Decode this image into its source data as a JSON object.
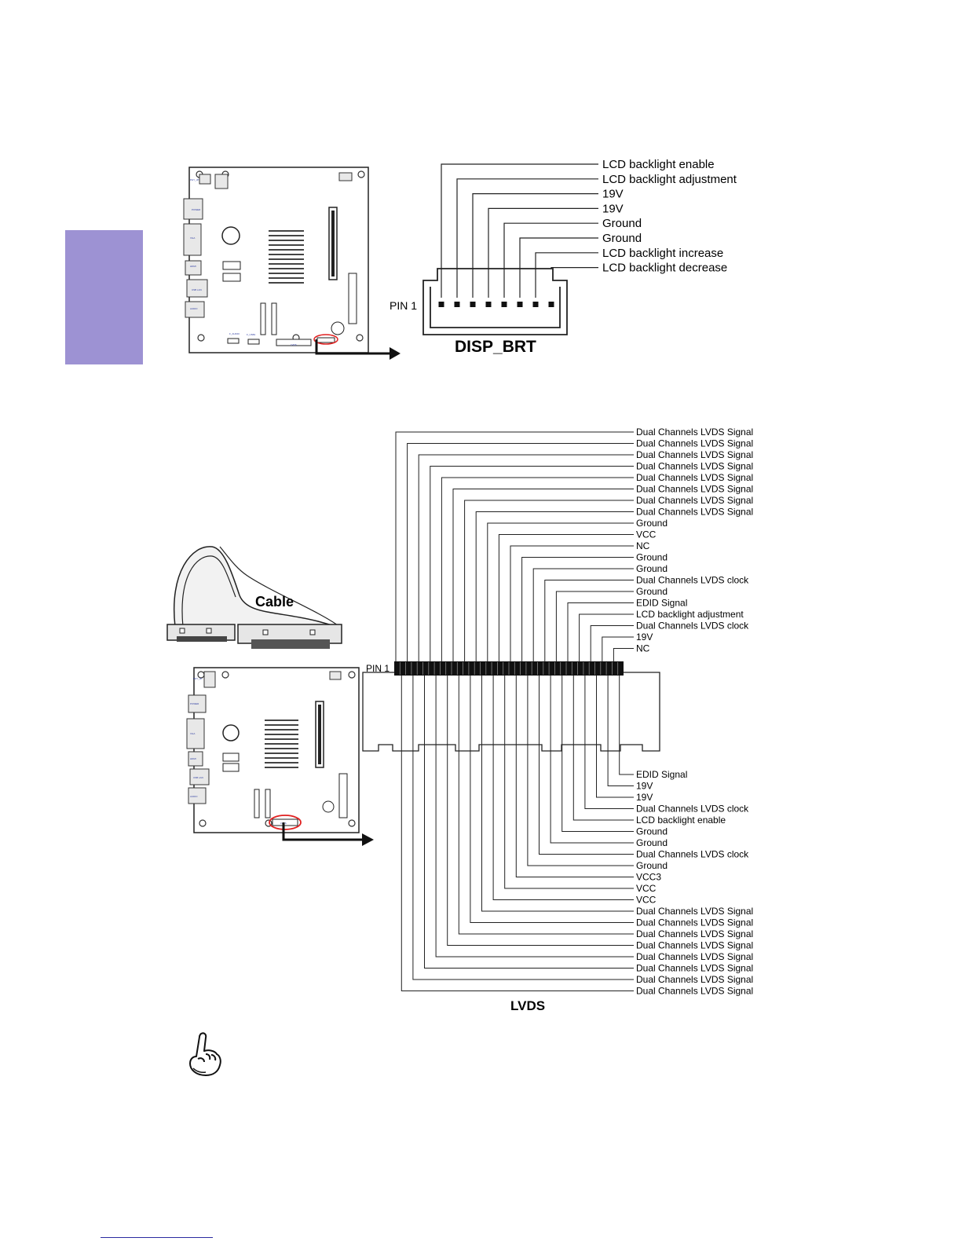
{
  "disp_brt": {
    "title": "DISP_BRT",
    "pin1_label": "PIN 1",
    "pins": [
      "LCD backlight enable",
      "LCD backlight adjustment",
      "19V",
      "19V",
      "Ground",
      "Ground",
      "LCD backlight increase",
      "LCD backlight decrease"
    ]
  },
  "lvds": {
    "title": "LVDS",
    "pin1_label": "PIN 1",
    "cable_label": "Cable",
    "top_row": [
      "Dual Channels LVDS Signal",
      "Dual Channels LVDS Signal",
      "Dual Channels LVDS Signal",
      "Dual Channels LVDS Signal",
      "Dual Channels LVDS Signal",
      "Dual Channels LVDS Signal",
      "Dual Channels LVDS Signal",
      "Dual Channels LVDS Signal",
      "Ground",
      "VCC",
      "NC",
      "Ground",
      "Ground",
      "Dual Channels LVDS clock",
      "Ground",
      "EDID Signal",
      "LCD backlight adjustment",
      "Dual Channels LVDS clock",
      "19V",
      "NC"
    ],
    "bottom_row": [
      "EDID Signal",
      "19V",
      "19V",
      "Dual Channels LVDS clock",
      "LCD backlight enable",
      "Ground",
      "Ground",
      "Dual Channels LVDS clock",
      "Ground",
      "VCC3",
      "VCC",
      "VCC",
      "Dual Channels LVDS Signal",
      "Dual Channels LVDS Signal",
      "Dual Channels LVDS Signal",
      "Dual Channels LVDS Signal",
      "Dual Channels LVDS Signal",
      "Dual Channels LVDS Signal",
      "Dual Channels LVDS Signal",
      "Dual Channels LVDS Signal"
    ]
  },
  "colors": {
    "tab": "#9d92d3",
    "board_text": "#2b3aa0",
    "highlight": "#e02020"
  },
  "icons": [
    "pointing-hand-icon",
    "motherboard-diagram"
  ]
}
